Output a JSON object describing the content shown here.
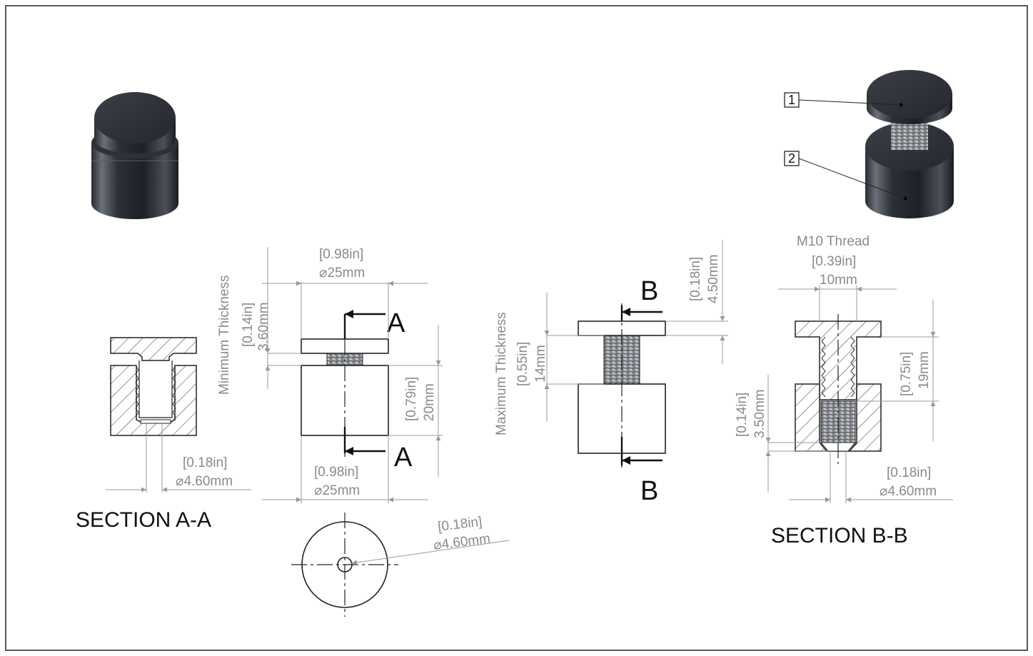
{
  "drawing": {
    "section_a_title": "SECTION A-A",
    "section_b_title": "SECTION B-B",
    "cut_label_a": "A",
    "cut_label_b": "B",
    "balloons": [
      "1",
      "2"
    ],
    "min_thickness_label": "Minimum Thickness",
    "max_thickness_label": "Maximum Thickness",
    "m10_label": "M10 Thread"
  },
  "dimensions": {
    "front_top_dia_in": "[0.98in]",
    "front_top_dia_mm": "⌀25mm",
    "front_bottom_dia_in": "[0.98in]",
    "front_bottom_dia_mm": "⌀25mm",
    "min_thick_in": "[0.14in]",
    "min_thick_mm": "3.60mm",
    "height_in": "[0.79in]",
    "height_mm": "20mm",
    "sec_a_hole_in": "[0.18in]",
    "sec_a_hole_mm": "⌀4.60mm",
    "top_view_hole_in": "[0.18in]",
    "top_view_hole_mm": "⌀4.60mm",
    "max_thick_in": "[0.55in]",
    "max_thick_mm": "14mm",
    "cap_in": "[0.18in]",
    "cap_mm": "4.50mm",
    "thread_in": "[0.39in]",
    "thread_mm": "10mm",
    "thread_len_in": "[0.75in]",
    "thread_len_mm": "19mm",
    "sec_b_depth_in": "[0.14in]",
    "sec_b_depth_mm": "3.50mm",
    "sec_b_hole_in": "[0.18in]",
    "sec_b_hole_mm": "⌀4.60mm"
  }
}
